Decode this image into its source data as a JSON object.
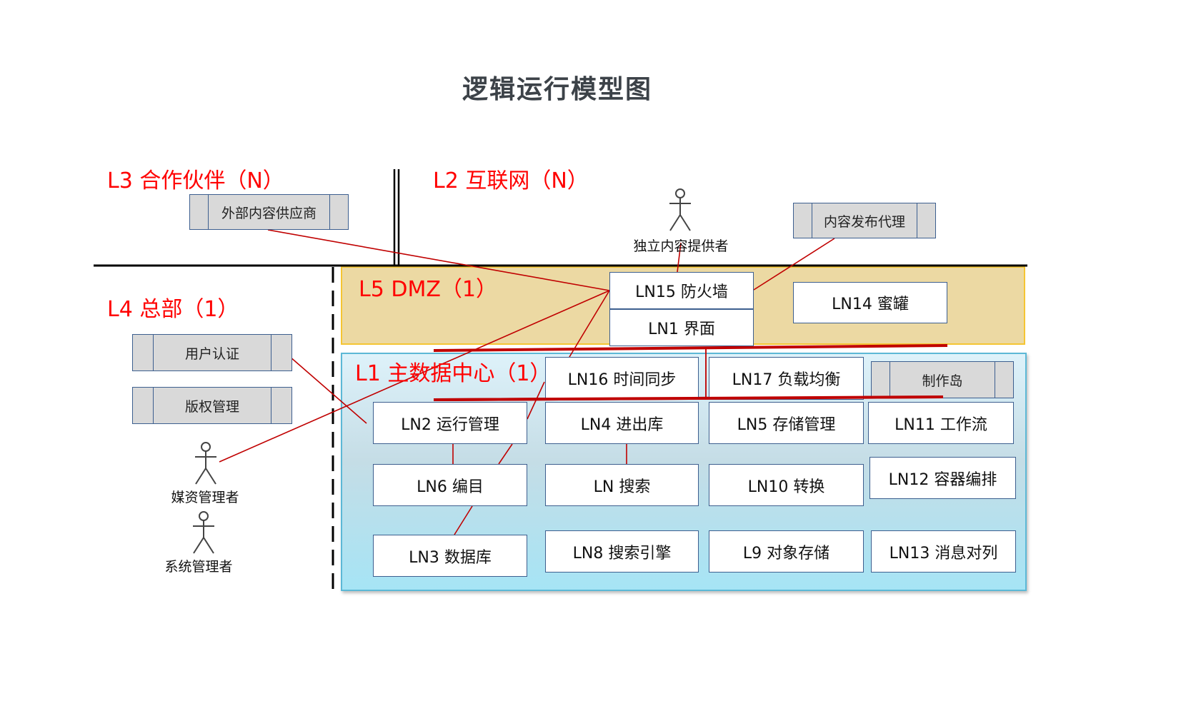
{
  "title": "逻辑运行模型图",
  "colors": {
    "zone_label": "#ff0000",
    "connector": "#c00000",
    "dmz_fill": "#ecd9a3",
    "dmz_border": "#f5c533",
    "datacenter_border": "#5cb8d6",
    "node_border": "#3d5f8f",
    "external_fill": "#d9d9d9"
  },
  "zones": {
    "l3": "L3 合作伙伴（N）",
    "l2": "L2 互联网（N）",
    "l4": "L4 总部（1）",
    "l5": "L5 DMZ（1）",
    "l1": "L1 主数据中心（1）"
  },
  "external_systems": {
    "content_supplier": "外部内容供应商",
    "publish_agent": "内容发布代理",
    "user_auth": "用户认证",
    "copyright_mgmt": "版权管理",
    "production_island": "制作岛"
  },
  "actors": {
    "independent_provider": "独立内容提供者",
    "media_manager": "媒资管理者",
    "system_admin": "系统管理者"
  },
  "nodes": {
    "ln15": "LN15 防火墙",
    "ln1": "LN1 界面",
    "ln14": "LN14 蜜罐",
    "ln16": "LN16 时间同步",
    "ln17": "LN17 负载均衡",
    "ln2": "LN2 运行管理",
    "ln4": "LN4 进出库",
    "ln5": "LN5 存储管理",
    "ln11": "LN11 工作流",
    "ln6": "LN6 编目",
    "ln_search": "LN 搜索",
    "ln10": "LN10 转换",
    "ln12": "LN12 容器编排",
    "ln3": "LN3 数据库",
    "ln8": "LN8 搜索引擎",
    "l9": "L9 对象存储",
    "ln13": "LN13 消息对列"
  },
  "connections": [
    {
      "from": "external_systems.content_supplier",
      "to": "nodes.ln15"
    },
    {
      "from": "actors.independent_provider",
      "to": "nodes.ln15"
    },
    {
      "from": "external_systems.publish_agent",
      "to": "nodes.ln15"
    },
    {
      "from": "actors.media_manager",
      "to": "nodes.ln15"
    },
    {
      "from": "nodes.ln15",
      "to": "nodes.ln2"
    },
    {
      "from": "external_systems.user_auth",
      "to": "nodes.ln2"
    },
    {
      "from": "nodes.ln2",
      "to": "nodes.ln6"
    },
    {
      "from": "nodes.ln2",
      "to": "nodes.ln6"
    },
    {
      "from": "nodes.ln6",
      "to": "nodes.ln3"
    },
    {
      "from": "nodes.ln4",
      "to": "nodes.ln_search"
    },
    {
      "from": "nodes.ln1",
      "to": "nodes.ln17"
    }
  ]
}
